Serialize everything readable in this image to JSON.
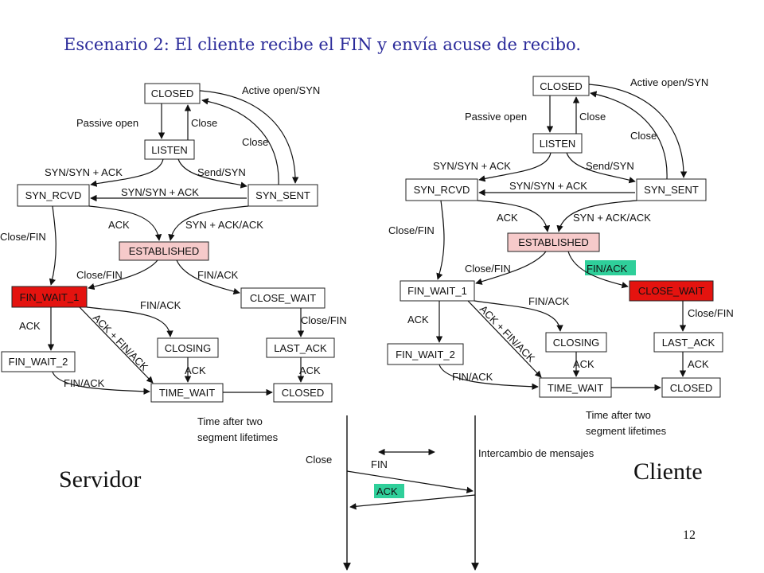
{
  "title": "Escenario 2: El cliente recibe el FIN y envía acuse de recibo.",
  "servidor_label": "Servidor",
  "cliente_label": "Cliente",
  "page_number": "12",
  "colors": {
    "title": "#2b2b9a",
    "established_fill": "#f6caca",
    "highlight_red": "#e4130f",
    "highlight_green": "#2fcf9a"
  },
  "server": {
    "states": {
      "closed": "CLOSED",
      "listen": "LISTEN",
      "syn_rcvd": "SYN_RCVD",
      "syn_sent": "SYN_SENT",
      "established": "ESTABLISHED",
      "fin_wait_1": "FIN_WAIT_1",
      "close_wait": "CLOSE_WAIT",
      "closing": "CLOSING",
      "last_ack": "LAST_ACK",
      "fin_wait_2": "FIN_WAIT_2",
      "time_wait": "TIME_WAIT",
      "closed_end": "CLOSED"
    },
    "labels": {
      "active_open": "Active open/SYN",
      "passive_open": "Passive open",
      "close_a": "Close",
      "close_b": "Close",
      "syn_syn_ack_left": "SYN/SYN + ACK",
      "send_syn": "Send/SYN",
      "syn_syn_ack_mid": "SYN/SYN + ACK",
      "ack": "ACK",
      "syn_ack_ack": "SYN + ACK/ACK",
      "close_fin_left": "Close/FIN",
      "close_fin_mid": "Close/FIN",
      "fin_ack_right": "FIN/ACK",
      "fin_ack_mid": "FIN/ACK",
      "ack_left": "ACK",
      "ack_fin_ack": "ACK + FIN/ACK",
      "close_fin_right": "Close/FIN",
      "ack_closing": "ACK",
      "ack_last": "ACK",
      "fin_ack_bottom": "FIN/ACK",
      "time_after_1": "Time after two",
      "time_after_2": "segment lifetimes"
    }
  },
  "client": {
    "states": {
      "closed": "CLOSED",
      "listen": "LISTEN",
      "syn_rcvd": "SYN_RCVD",
      "syn_sent": "SYN_SENT",
      "established": "ESTABLISHED",
      "fin_wait_1": "FIN_WAIT_1",
      "close_wait": "CLOSE_WAIT",
      "closing": "CLOSING",
      "last_ack": "LAST_ACK",
      "fin_wait_2": "FIN_WAIT_2",
      "time_wait": "TIME_WAIT",
      "closed_end": "CLOSED"
    },
    "labels": {
      "active_open": "Active open/SYN",
      "passive_open": "Passive open",
      "close_a": "Close",
      "close_b": "Close",
      "syn_syn_ack_left": "SYN/SYN + ACK",
      "send_syn": "Send/SYN",
      "syn_syn_ack_mid": "SYN/SYN + ACK",
      "ack": "ACK",
      "syn_ack_ack": "SYN + ACK/ACK",
      "close_fin_left": "Close/FIN",
      "close_fin_mid": "Close/FIN",
      "fin_ack_highlight": "FIN/ACK",
      "fin_ack_mid": "FIN/ACK",
      "ack_left": "ACK",
      "ack_fin_ack": "ACK + FIN/ACK",
      "close_fin_right": "Close/FIN",
      "ack_closing": "ACK",
      "ack_last": "ACK",
      "fin_ack_bottom": "FIN/ACK",
      "time_after_1": "Time after two",
      "time_after_2": "segment lifetimes"
    }
  },
  "exchange": {
    "close": "Close",
    "fin": "FIN",
    "ack": "ACK",
    "intercambio": "Intercambio de mensajes"
  }
}
